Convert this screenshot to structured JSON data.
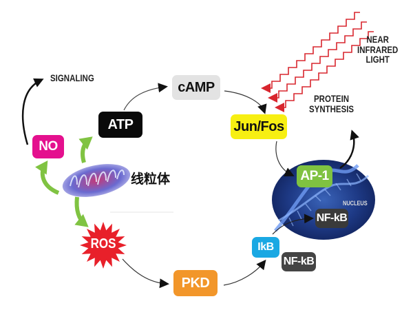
{
  "diagram": {
    "nodes": {
      "no": "NO",
      "atp": "ATP",
      "camp": "cAMP",
      "jun_fos": "Jun/Fos",
      "ap1": "AP-1",
      "nfkb_nucleus": "NF-kB",
      "ikb": "IkB",
      "nfkb_cytoplasm": "NF-kB",
      "pkd": "PKD",
      "ros": "ROS"
    },
    "labels": {
      "signaling": "SIGNALING",
      "near_infrared_light": "NEAR INFRARED LIGHT",
      "near": "NEAR",
      "infrared": "INFRARED",
      "light": "LIGHT",
      "protein": "PROTEIN",
      "synthesis": "SYNTHESIS",
      "nucleus": "NUCLEUS",
      "mitochondria": "线粒体"
    },
    "colors": {
      "no": "#e4108e",
      "atp": "#0a0a0a",
      "camp": "#e3e3e3",
      "jun_fos": "#f7ef12",
      "ap1": "#7fc241",
      "nfkb": "#3a3a3a",
      "ikb": "#1aa8e3",
      "pkd": "#f2962a",
      "ros": "#e8202a",
      "light_rays": "#d8262e",
      "green_arrows": "#80c342"
    },
    "edges": [
      {
        "from": "mitochondria",
        "to": "NO",
        "style": "green"
      },
      {
        "from": "mitochondria",
        "to": "ATP",
        "style": "green"
      },
      {
        "from": "mitochondria",
        "to": "ROS",
        "style": "green"
      },
      {
        "from": "NO",
        "to": "SIGNALING",
        "style": "black"
      },
      {
        "from": "ATP",
        "to": "cAMP",
        "style": "black"
      },
      {
        "from": "cAMP",
        "to": "Jun/Fos",
        "style": "black"
      },
      {
        "from": "Jun/Fos",
        "to": "AP-1",
        "style": "black"
      },
      {
        "from": "AP-1",
        "to": "PROTEIN SYNTHESIS",
        "style": "black"
      },
      {
        "from": "ROS",
        "to": "PKD",
        "style": "black"
      },
      {
        "from": "PKD",
        "to": "IkB",
        "style": "black"
      },
      {
        "from": "IkB",
        "to": "NF-kB (nucleus)",
        "style": "black"
      },
      {
        "from": "NEAR INFRARED LIGHT",
        "to": "Jun/Fos",
        "style": "red-zigzag"
      }
    ]
  }
}
